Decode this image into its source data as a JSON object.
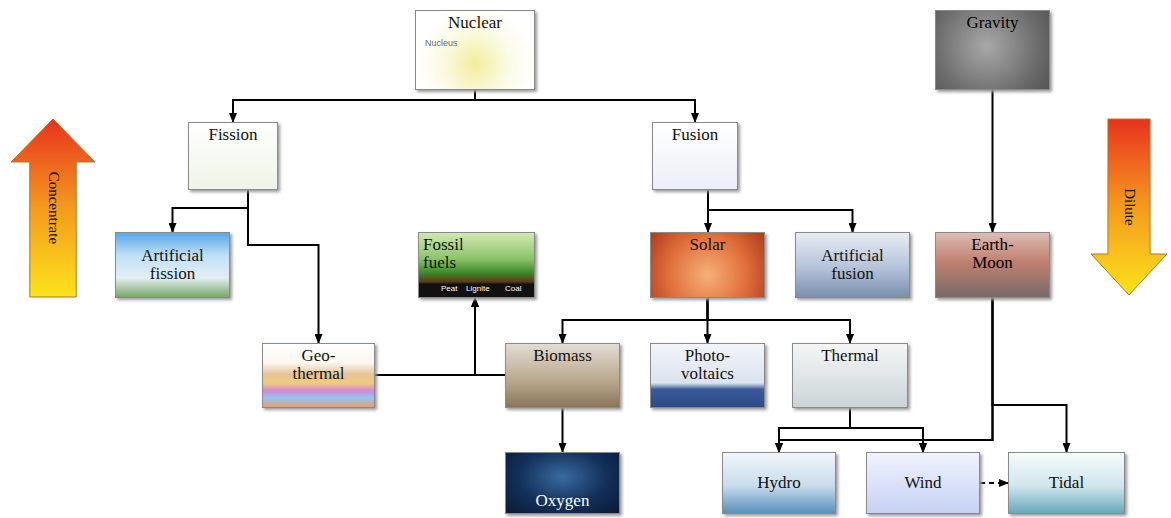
{
  "diagram": {
    "nodes": [
      {
        "text": [
          "Nuclear"
        ]
      },
      {
        "text": [
          "Gravity"
        ]
      },
      {
        "text": [
          "Fission"
        ]
      },
      {
        "text": [
          "Fusion"
        ]
      },
      {
        "text": [
          "Artificial fission"
        ]
      },
      {
        "text": [
          "Fossil fuels"
        ]
      },
      {
        "text": [
          "Solar"
        ]
      },
      {
        "text": [
          "Artificial fusion"
        ]
      },
      {
        "text": [
          "Earth- Moon"
        ]
      },
      {
        "text": [
          "Geo- thermal"
        ]
      },
      {
        "text": [
          "Biomass"
        ]
      },
      {
        "text": [
          "Photo- voltaics"
        ]
      },
      {
        "text": [
          "Thermal"
        ]
      },
      {
        "text": [
          "Oxygen"
        ]
      },
      {
        "text": [
          "Hydro"
        ]
      },
      {
        "text": [
          "Wind"
        ]
      },
      {
        "text": [
          "Tidal"
        ]
      },
      {
        "text": [
          "Concentrate"
        ]
      },
      {
        "text": [
          "Dilute"
        ]
      }
    ],
    "edges": [
      {
        "from": 0,
        "to": 2,
        "arrow": "to"
      },
      {
        "from": 0,
        "to": 3,
        "arrow": "to"
      },
      {
        "from": 1,
        "to": 8,
        "arrow": "to"
      },
      {
        "from": 2,
        "to": 4,
        "arrow": "to"
      },
      {
        "from": 2,
        "to": 9,
        "arrow": "to"
      },
      {
        "from": 3,
        "to": 6,
        "arrow": "to"
      },
      {
        "from": 3,
        "to": 7,
        "arrow": "to"
      },
      {
        "from": 9,
        "to": 5,
        "arrow": "to"
      },
      {
        "from": 10,
        "to": 5,
        "arrow": "to"
      },
      {
        "from": 6,
        "to": 10,
        "arrow": "to"
      },
      {
        "from": 6,
        "to": 11,
        "arrow": "to"
      },
      {
        "from": 6,
        "to": 12,
        "arrow": "to"
      },
      {
        "from": 10,
        "to": 13,
        "arrow": "to"
      },
      {
        "from": 12,
        "to": 14,
        "arrow": "to"
      },
      {
        "from": 12,
        "to": 15,
        "arrow": "to"
      },
      {
        "from": 8,
        "to": 14,
        "arrow": "to"
      },
      {
        "from": 8,
        "to": 15,
        "arrow": "to"
      },
      {
        "from": 8,
        "to": 16,
        "arrow": "to"
      },
      {
        "from": 15,
        "to": 16,
        "arrow": "to"
      }
    ],
    "labels": [
      "Nucleus",
      "Peat",
      "Lignite",
      "Coal"
    ]
  }
}
